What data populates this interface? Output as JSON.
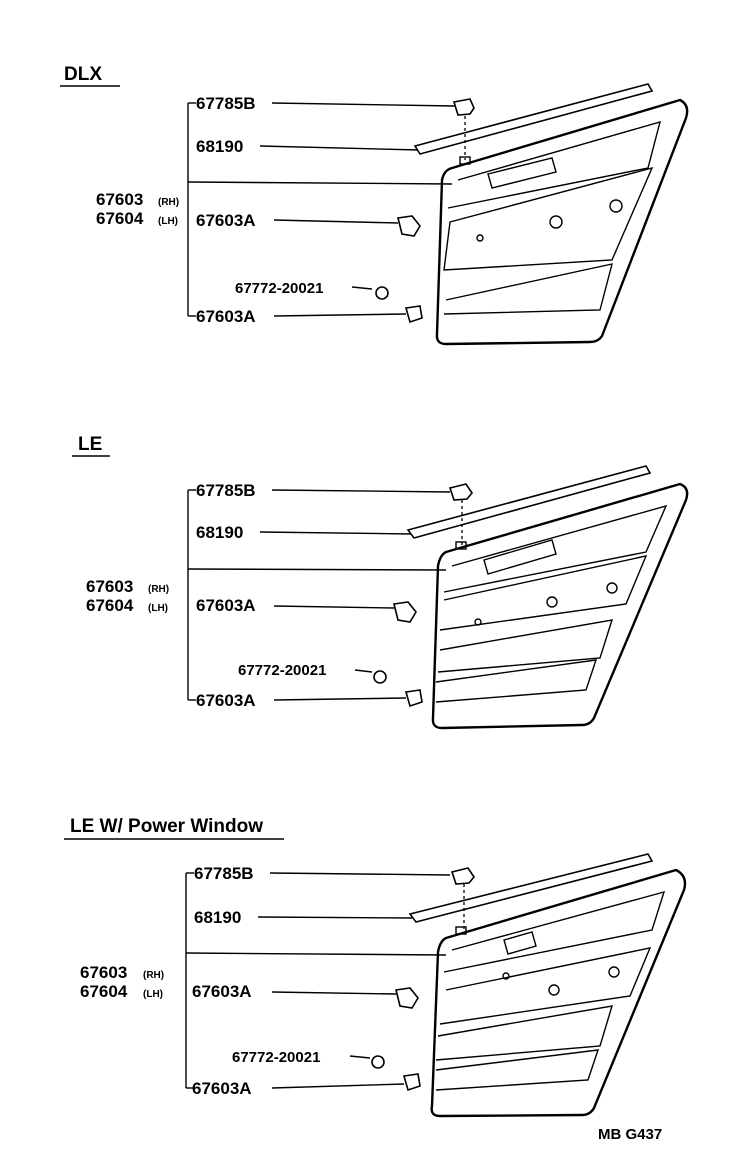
{
  "sections": [
    {
      "title": "DLX",
      "parts": {
        "retainer": "67785B",
        "weatherstrip": "68190",
        "panel_rh_num": "67603",
        "panel_rh_tag": "(RH)",
        "panel_lh_num": "67604",
        "panel_lh_tag": "(LH)",
        "clip_upper": "67603A",
        "screw": "67772-20021",
        "clip_lower": "67603A"
      }
    },
    {
      "title": "LE",
      "parts": {
        "retainer": "67785B",
        "weatherstrip": "68190",
        "panel_rh_num": "67603",
        "panel_rh_tag": "(RH)",
        "panel_lh_num": "67604",
        "panel_lh_tag": "(LH)",
        "clip_upper": "67603A",
        "screw": "67772-20021",
        "clip_lower": "67603A"
      }
    },
    {
      "title": "LE  W/ Power Window",
      "parts": {
        "retainer": "67785B",
        "weatherstrip": "68190",
        "panel_rh_num": "67603",
        "panel_rh_tag": "(RH)",
        "panel_lh_num": "67604",
        "panel_lh_tag": "(LH)",
        "clip_upper": "67603A",
        "screw": "67772-20021",
        "clip_lower": "67603A"
      }
    }
  ],
  "footer": {
    "code": "MB  G437"
  }
}
